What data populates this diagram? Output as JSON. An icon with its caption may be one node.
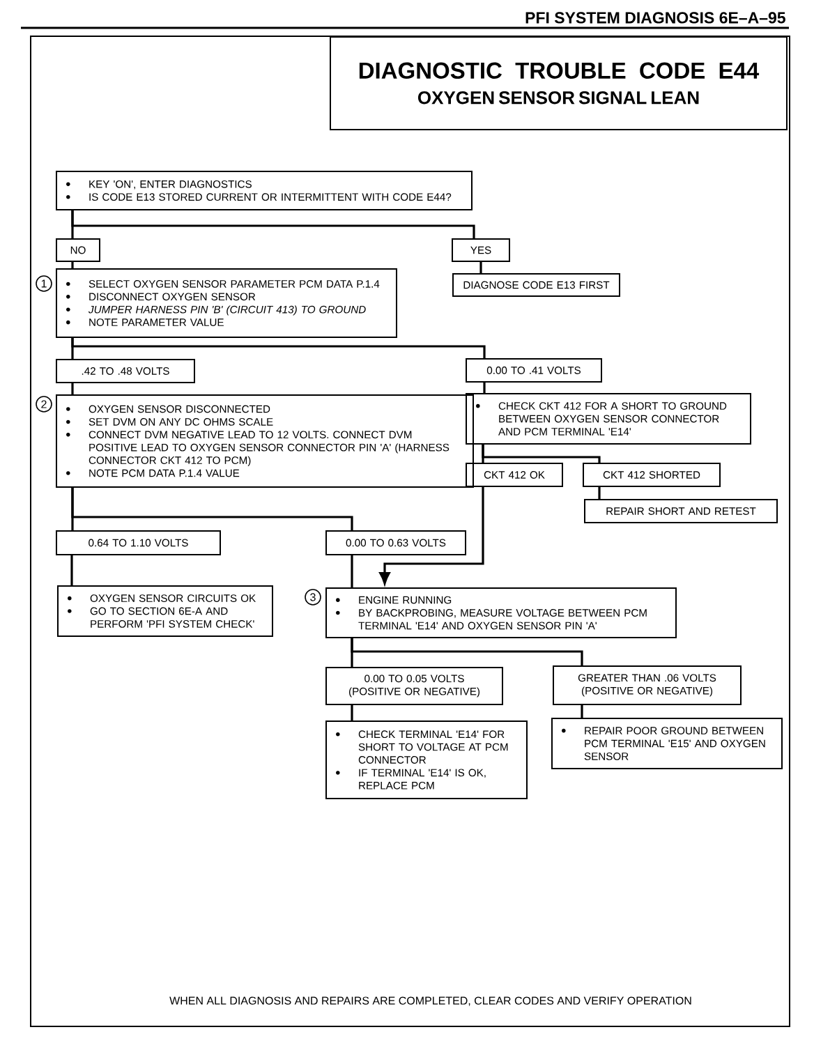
{
  "diagram": {
    "nodes": [
      {
        "text": [
          "DIAGNOSTIC TROUBLE CODE E44",
          "OXYGEN SENSOR SIGNAL LEAN"
        ]
      },
      {
        "text": [
          "KEY 'ON', ENTER DIAGNOSTICS",
          "IS CODE E13 STORED CURRENT OR INTERMITTENT WITH CODE E44?"
        ]
      },
      {
        "text": [
          "NO"
        ]
      },
      {
        "text": [
          "YES"
        ]
      },
      {
        "text": [
          "SELECT OXYGEN SENSOR PARAMETER PCM DATA P.1.4",
          "DISCONNECT OXYGEN SENSOR",
          "JUMPER HARNESS PIN 'B' (CIRCUIT 413) TO GROUND",
          "NOTE  PARAMETER VALUE"
        ],
        "beside": [
          "1"
        ]
      },
      {
        "text": [
          "DIAGNOSE CODE E13 FIRST"
        ]
      },
      {
        "text": [
          ".42 TO .48 VOLTS"
        ]
      },
      {
        "text": [
          "0.00 TO .41 VOLTS"
        ]
      },
      {
        "text": [
          "OXYGEN SENSOR DISCONNECTED",
          "SET DVM ON ANY DC OHMS SCALE",
          "CONNECT DVM NEGATIVE LEAD TO 12 VOLTS. CONNECT DVM POSITIVE LEAD TO OXYGEN SENSOR CONNECTOR PIN 'A' (HARNESS CONNECTOR CKT 412 TO PCM)",
          "NOTE PCM DATA P.1.4 VALUE"
        ],
        "beside": [
          "2"
        ]
      },
      {
        "text": [
          "CHECK CKT 412 FOR A SHORT TO GROUND BETWEEN OXYGEN SENSOR CONNECTOR AND PCM TERMINAL 'E14'"
        ]
      },
      {
        "text": [
          "CKT 412 OK"
        ]
      },
      {
        "text": [
          "CKT 412 SHORTED"
        ]
      },
      {
        "text": [
          "REPAIR SHORT AND RETEST"
        ]
      },
      {
        "text": [
          "0.64 TO 1.10 VOLTS"
        ]
      },
      {
        "text": [
          "0.00 TO 0.63 VOLTS"
        ]
      },
      {
        "text": [
          "OXYGEN  SENSOR CIRCUITS OK",
          "GO TO SECTION 6E-A AND PERFORM 'PFI SYSTEM CHECK'"
        ]
      },
      {
        "text": [
          "ENGINE RUNNING",
          "BY BACKPROBING, MEASURE  VOLTAGE BETWEEN PCM TERMINAL 'E14' AND OXYGEN SENSOR PIN 'A'"
        ],
        "beside": [
          "3"
        ]
      },
      {
        "text": [
          "0.00 TO 0.05 VOLTS (POSITIVE OR NEGATIVE)"
        ]
      },
      {
        "text": [
          "GREATER THAN .06 VOLTS (POSITIVE OR NEGATIVE)"
        ]
      },
      {
        "text": [
          "CHECK TERMINAL 'E14' FOR SHORT TO VOLTAGE AT PCM CONNECTOR",
          "IF TERMINAL 'E14' IS OK, REPLACE PCM"
        ]
      },
      {
        "text": [
          "REPAIR POOR GROUND BETWEEN PCM TERMINAL 'E15' AND OXYGEN SENSOR"
        ]
      }
    ],
    "edges": [
      {
        "from": 1,
        "to": 2,
        "arrow": "none"
      },
      {
        "from": 1,
        "to": 3,
        "arrow": "none"
      },
      {
        "from": 2,
        "to": 4,
        "arrow": "none"
      },
      {
        "from": 3,
        "to": 5,
        "arrow": "none"
      },
      {
        "from": 4,
        "to": 6,
        "arrow": "none"
      },
      {
        "from": 4,
        "to": 7,
        "arrow": "none"
      },
      {
        "from": 6,
        "to": 8,
        "arrow": "none"
      },
      {
        "from": 7,
        "to": 9,
        "arrow": "none"
      },
      {
        "from": 9,
        "to": 10,
        "arrow": "none"
      },
      {
        "from": 9,
        "to": 11,
        "arrow": "none"
      },
      {
        "from": 11,
        "to": 12,
        "arrow": "none"
      },
      {
        "from": 8,
        "to": 13,
        "arrow": "none"
      },
      {
        "from": 8,
        "to": 14,
        "arrow": "none"
      },
      {
        "from": 13,
        "to": 15,
        "arrow": "none"
      },
      {
        "from": 14,
        "to": 16,
        "arrow": "none"
      },
      {
        "from": 10,
        "to": 16,
        "arrow": "to"
      },
      {
        "from": 16,
        "to": 17,
        "arrow": "none"
      },
      {
        "from": 16,
        "to": 18,
        "arrow": "none"
      },
      {
        "from": 17,
        "to": 19,
        "arrow": "none"
      },
      {
        "from": 18,
        "to": 20,
        "arrow": "none"
      }
    ],
    "labels": [
      "PFI SYSTEM DIAGNOSIS 6E–A–95",
      "WHEN ALL DIAGNOSIS AND REPAIRS ARE COMPLETED, CLEAR CODES AND VERIFY OPERATION"
    ]
  }
}
